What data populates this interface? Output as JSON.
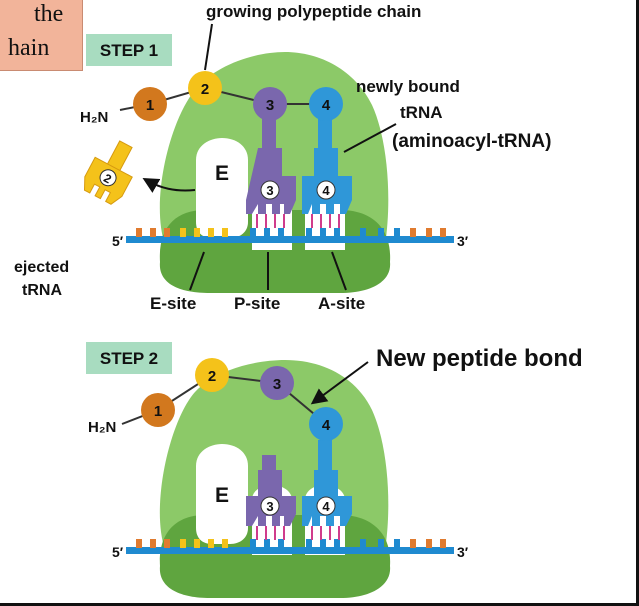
{
  "note": {
    "line1": "the",
    "line2": "hain"
  },
  "step1": {
    "label": "STEP 1",
    "title": "growing polypeptide chain",
    "n_terminus": "H₂N",
    "residues": [
      "1",
      "2",
      "3",
      "4"
    ],
    "trna_numbers": [
      "2",
      "3",
      "4"
    ],
    "site_letter": "E",
    "mrna_5": "5′",
    "mrna_3": "3′",
    "newly_bound_1": "newly bound",
    "newly_bound_2": "tRNA",
    "newly_bound_3": "(aminoacyl-tRNA)",
    "ejected_1": "ejected",
    "ejected_2": "tRNA",
    "sites": [
      "E-site",
      "P-site",
      "A-site"
    ]
  },
  "step2": {
    "label": "STEP 2",
    "title": "New peptide bond",
    "n_terminus": "H₂N",
    "residues": [
      "1",
      "2",
      "3",
      "4"
    ],
    "trna_numbers": [
      "3",
      "4"
    ],
    "site_letter": "E",
    "mrna_5": "5′",
    "mrna_3": "3′"
  },
  "colors": {
    "ribosome_large": "#8cc968",
    "ribosome_small": "#5fa53f",
    "mrna": "#1f8ad0",
    "residue_orange": "#d2781e",
    "residue_yellow": "#f4c21a",
    "residue_purple": "#7a67ad",
    "residue_blue": "#2f97d8",
    "label_box": "#a8dcc0",
    "note_box": "#f2b49a"
  },
  "icons": [
    "ribosome-icon",
    "trna-icon",
    "mrna-icon"
  ]
}
